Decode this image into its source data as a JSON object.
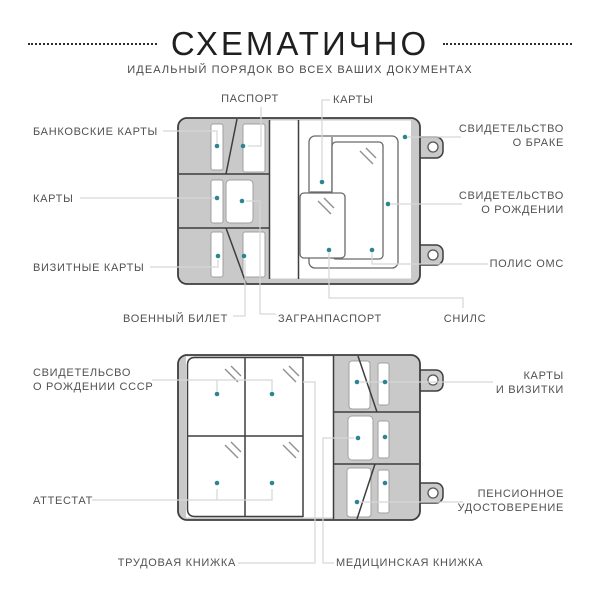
{
  "header": {
    "title": "СХЕМАТИЧНО",
    "subtitle": "ИДЕАЛЬНЫЙ ПОРЯДОК ВО ВСЕХ ВАШИХ ДОКУМЕНТАХ"
  },
  "labels": {
    "bank": "БАНКОВСКИЕ КАРТЫ",
    "cards_left": "КАРТЫ",
    "business": "ВИЗИТНЫЕ КАРТЫ",
    "passport": "ПАСПОРТ",
    "cards_top": "КАРТЫ",
    "marriage": "СВИДЕТЕЛЬСТВО\nО БРАКЕ",
    "birth": "СВИДЕТЕЛЬСТВО\nО РОЖДЕНИИ",
    "polis": "ПОЛИС ОМС",
    "military": "ВОЕННЫЙ БИЛЕТ",
    "zagran": "ЗАГРАНПАСПОРТ",
    "snils": "СНИЛС",
    "ussr_birth": "СВИДЕТЕЛЬСВО\nО РОЖДЕНИИ СССР",
    "attestat": "АТТЕСТАТ",
    "cards_business": "КАРТЫ\nИ ВИЗИТКИ",
    "pension": "ПЕНСИОННОЕ\nУДОСТОВЕРЕНИЕ",
    "trudovaya": "ТРУДОВАЯ КНИЖКА",
    "medical": "МЕДИЦИНСКАЯ КНИЖКА"
  },
  "colors": {
    "title_text": "#1f1f1f",
    "label_text": "#515151",
    "body_gray": "#c9c9c9",
    "outline": "#3e3e3e",
    "inner_stroke": "#a0a0a0",
    "frame_stroke": "#6a6a6a",
    "shine": "#8f8f8f",
    "leader": "#d6d6d6",
    "dot_teal": "#2e8491"
  }
}
